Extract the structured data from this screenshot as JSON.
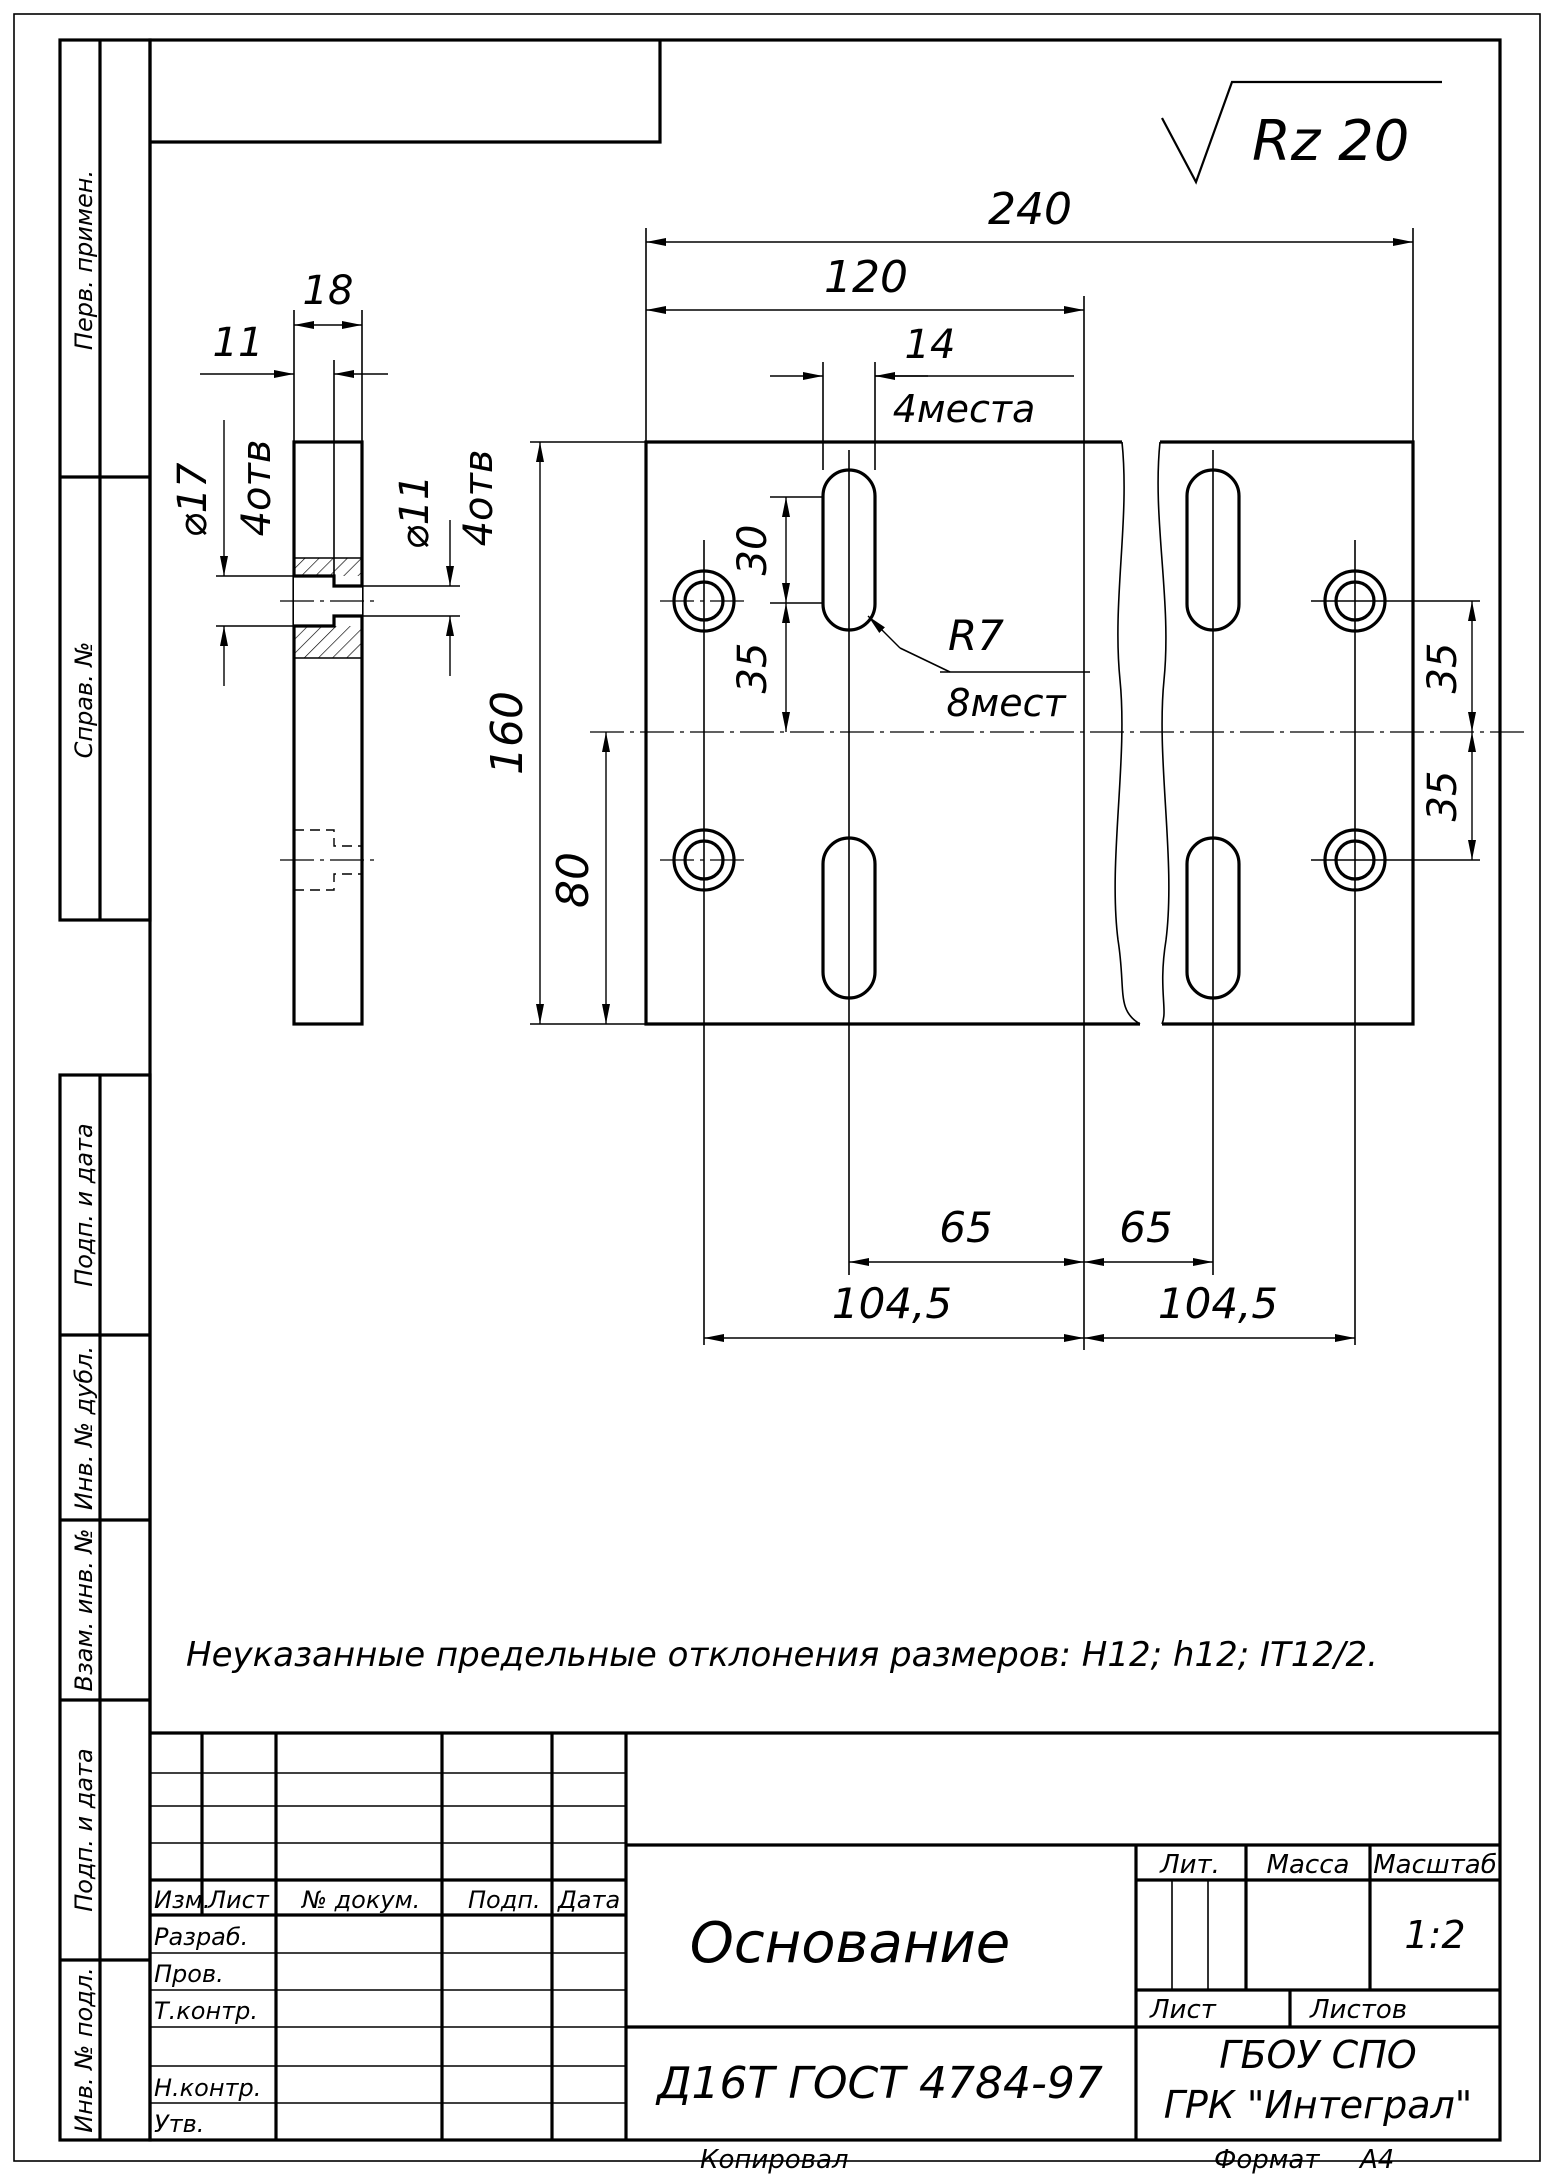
{
  "surface_finish": "Rz 20",
  "dimensions": {
    "overall_width": "240",
    "half_width": "120",
    "slot_width": "14",
    "slot_places": "4места",
    "thickness": "18",
    "counterbore_depth": "11",
    "counterbore_diameter": "⌀17",
    "counterbore_count": "4отв",
    "hole_diameter": "⌀11",
    "hole_count": "4отв",
    "slot_length": "30",
    "hole_offset_left": "35",
    "radius": "R7",
    "radius_places": "8мест",
    "height": "160",
    "half_height": "80",
    "hole_offset_right_top": "35",
    "hole_offset_right_bottom": "35",
    "slot_spacing_left": "65",
    "slot_spacing_right": "65",
    "hole_spacing_left": "104,5",
    "hole_spacing_right": "104,5"
  },
  "note": "Неуказанные предельные отклонения размеров: H12; h12; IT12/2.",
  "side_stamp": {
    "perv_primen": "Перв. примен.",
    "sprav_no": "Справ. №",
    "podp_data_1": "Подп. и дата",
    "inv_dubl": "Инв. № дубл.",
    "vzam_inv": "Взам. инв. №",
    "podp_data_2": "Подп. и дата",
    "inv_podl": "Инв. № подл."
  },
  "title_block": {
    "headers": {
      "izm": "Изм.",
      "list": "Лист",
      "doc_no": "№ докум.",
      "podp": "Подп.",
      "data": "Дата"
    },
    "roles": {
      "razrab": "Разраб.",
      "prov": "Пров.",
      "tkontr": "Т.контр.",
      "nkontr": "Н.контр.",
      "utv": "Утв."
    },
    "name": "Основание",
    "material": "Д16Т ГОСТ 4784-97",
    "lit": "Лит.",
    "massa": "Масса",
    "masshtab": "Масштаб",
    "scale_value": "1:2",
    "list_label": "Лист",
    "listov_label": "Листов",
    "organization_line1": "ГБОУ  СПО",
    "organization_line2": "ГРК \"Интеграл\"",
    "kopiroval": "Копировал",
    "format_label": "Формат",
    "format_value": "А4"
  }
}
